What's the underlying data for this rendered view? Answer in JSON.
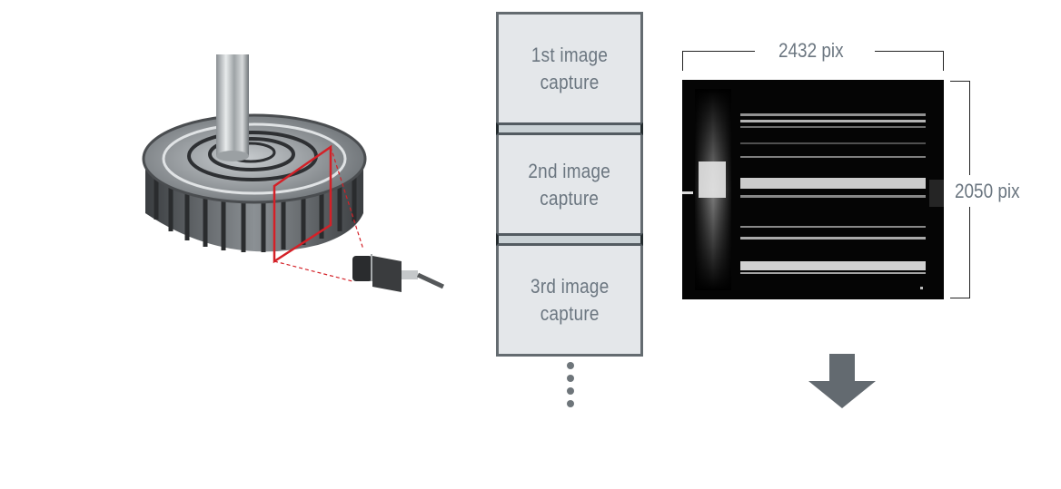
{
  "diagram": {
    "illustration": {
      "subject": "gear-on-shaft",
      "camera": "area-camera",
      "field_of_view_color": "#d42027"
    },
    "capture_sequence": {
      "boxes": [
        {
          "label": "1st image\ncapture"
        },
        {
          "label": "2nd image\ncapture"
        },
        {
          "label": "3rd image\ncapture"
        }
      ],
      "continuation_icon": "vertical-ellipsis"
    },
    "captured_image": {
      "width_label": "2432 pix",
      "height_label": "2050 pix",
      "content": "grayscale-gear-teeth-image"
    },
    "flow_arrow": {
      "icon": "down-arrow",
      "color": "#636a70"
    },
    "colors": {
      "box_fill": "#e4e7ea",
      "box_border": "#646b70",
      "text": "#6b7680",
      "separator_fill": "#c9d1d5"
    }
  }
}
